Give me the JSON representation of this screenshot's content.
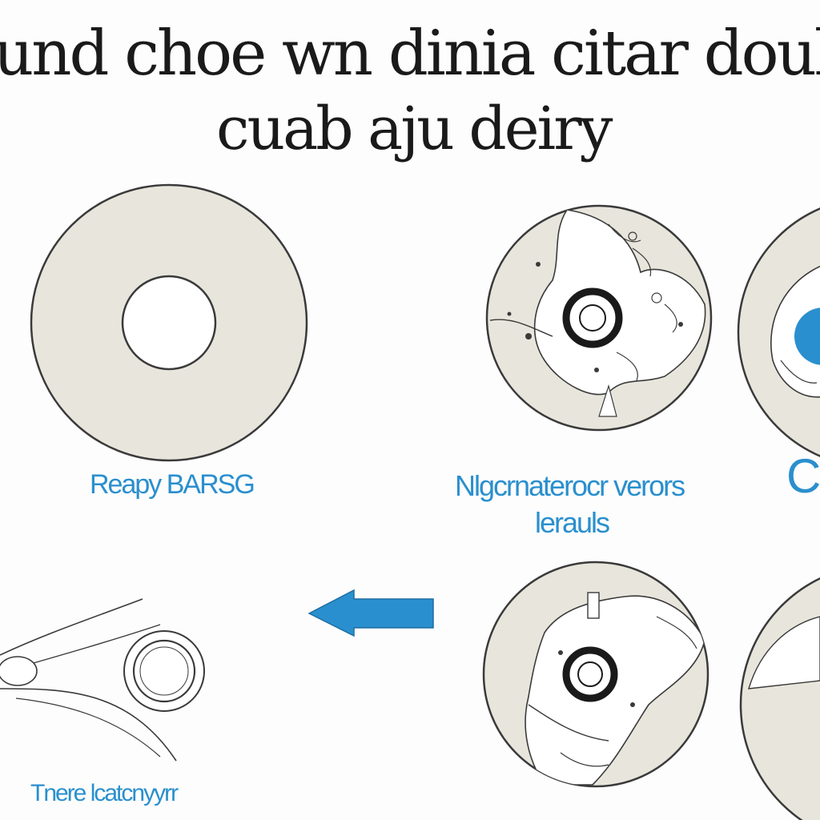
{
  "title": {
    "line1": "und choe wn dinia citar douk o",
    "line2": "cuab aju deiry"
  },
  "labels": {
    "ready": "Reapy BARSG",
    "middle_line1": "Nlgcrnaterocr verors",
    "middle_line2": "lerauls",
    "partial": "C",
    "bottom": "Tnere lcatcnyyrr"
  },
  "colors": {
    "accent": "#2a8fce",
    "disc_fill": "#e8e6dc",
    "disc_stroke": "#3a3a3a",
    "background": "#fdfdfd"
  },
  "icons": {
    "arrow": "arrow-left-icon"
  }
}
